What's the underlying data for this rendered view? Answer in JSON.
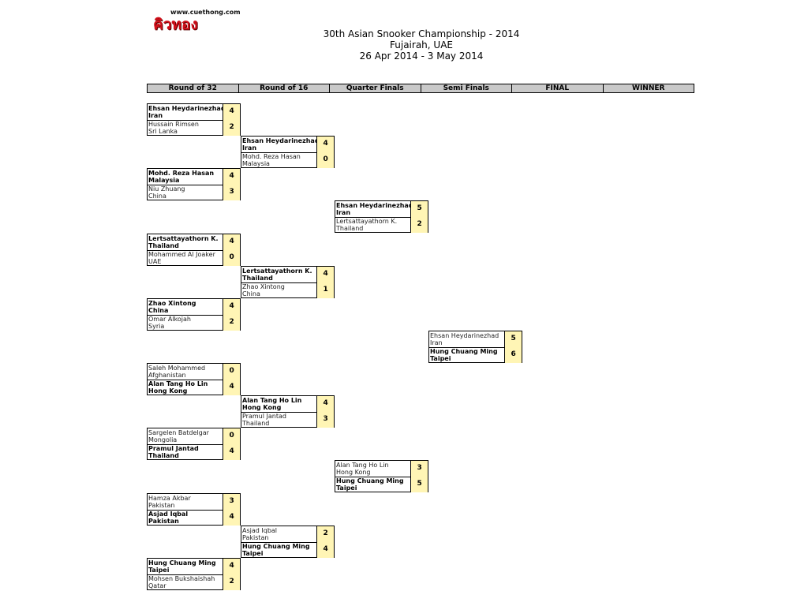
{
  "logo": {
    "url": "www.cuethong.com",
    "mark": "คิวทอง"
  },
  "header": {
    "title": "30th Asian Snooker Championship - 2014",
    "location": "Fujairah, UAE",
    "dates": "26 Apr 2014 - 3 May 2014"
  },
  "rounds": [
    "Round of 32",
    "Round of 16",
    "Quarter Finals",
    "Semi Finals",
    "FINAL",
    "WINNER"
  ],
  "matches": [
    {
      "round": "Round of 32",
      "players": [
        {
          "name": "Ehsan Heydarinezhad",
          "country": "Iran",
          "score": "4",
          "winner": true
        },
        {
          "name": "Hussain Rimsen",
          "country": "Sri Lanka",
          "score": "2",
          "winner": false
        }
      ]
    },
    {
      "round": "Round of 32",
      "players": [
        {
          "name": "Mohd. Reza Hasan",
          "country": "Malaysia",
          "score": "4",
          "winner": true
        },
        {
          "name": "Niu Zhuang",
          "country": "China",
          "score": "3",
          "winner": false
        }
      ]
    },
    {
      "round": "Round of 32",
      "players": [
        {
          "name": "Lertsattayathorn K.",
          "country": "Thailand",
          "score": "4",
          "winner": true
        },
        {
          "name": "Mohammed Al Joaker",
          "country": "UAE",
          "score": "0",
          "winner": false
        }
      ]
    },
    {
      "round": "Round of 32",
      "players": [
        {
          "name": "Zhao Xintong",
          "country": "China",
          "score": "4",
          "winner": true
        },
        {
          "name": "Omar Alkojah",
          "country": "Syria",
          "score": "2",
          "winner": false
        }
      ]
    },
    {
      "round": "Round of 32",
      "players": [
        {
          "name": "Saleh Mohammed",
          "country": "Afghanistan",
          "score": "0",
          "winner": false
        },
        {
          "name": "Alan Tang Ho Lin",
          "country": "Hong Kong",
          "score": "4",
          "winner": true
        }
      ]
    },
    {
      "round": "Round of 32",
      "players": [
        {
          "name": "Sargelen Batdelgar",
          "country": "Mongolia",
          "score": "0",
          "winner": false
        },
        {
          "name": "Pramul Jantad",
          "country": "Thailand",
          "score": "4",
          "winner": true
        }
      ]
    },
    {
      "round": "Round of 32",
      "players": [
        {
          "name": "Hamza Akbar",
          "country": "Pakistan",
          "score": "3",
          "winner": false
        },
        {
          "name": "Asjad Iqbal",
          "country": "Pakistan",
          "score": "4",
          "winner": true
        }
      ]
    },
    {
      "round": "Round of 32",
      "players": [
        {
          "name": "Hung Chuang Ming",
          "country": "Taipei",
          "score": "4",
          "winner": true
        },
        {
          "name": "Mohsen Bukshaishah",
          "country": "Qatar",
          "score": "2",
          "winner": false
        }
      ]
    },
    {
      "round": "Round of 16",
      "players": [
        {
          "name": "Ehsan Heydarinezhad",
          "country": "Iran",
          "score": "4",
          "winner": true
        },
        {
          "name": "Mohd. Reza Hasan",
          "country": "Malaysia",
          "score": "0",
          "winner": false
        }
      ]
    },
    {
      "round": "Round of 16",
      "players": [
        {
          "name": "Lertsattayathorn K.",
          "country": "Thailand",
          "score": "4",
          "winner": true
        },
        {
          "name": "Zhao Xintong",
          "country": "China",
          "score": "1",
          "winner": false
        }
      ]
    },
    {
      "round": "Round of 16",
      "players": [
        {
          "name": "Alan Tang Ho Lin",
          "country": "Hong Kong",
          "score": "4",
          "winner": true
        },
        {
          "name": "Pramul Jantad",
          "country": "Thailand",
          "score": "3",
          "winner": false
        }
      ]
    },
    {
      "round": "Round of 16",
      "players": [
        {
          "name": "Asjad Iqbal",
          "country": "Pakistan",
          "score": "2",
          "winner": false
        },
        {
          "name": "Hung Chuang Ming",
          "country": "Taipei",
          "score": "4",
          "winner": true
        }
      ]
    },
    {
      "round": "Quarter Finals",
      "players": [
        {
          "name": "Ehsan Heydarinezhad",
          "country": "Iran",
          "score": "5",
          "winner": true
        },
        {
          "name": "Lertsattayathorn K.",
          "country": "Thailand",
          "score": "2",
          "winner": false
        }
      ]
    },
    {
      "round": "Quarter Finals",
      "players": [
        {
          "name": "Alan Tang Ho Lin",
          "country": "Hong Kong",
          "score": "3",
          "winner": false
        },
        {
          "name": "Hung Chuang Ming",
          "country": "Taipei",
          "score": "5",
          "winner": true
        }
      ]
    },
    {
      "round": "Semi Finals",
      "players": [
        {
          "name": "Ehsan Heydarinezhad",
          "country": "Iran",
          "score": "5",
          "winner": false
        },
        {
          "name": "Hung Chuang Ming",
          "country": "Taipei",
          "score": "6",
          "winner": true
        }
      ]
    }
  ]
}
